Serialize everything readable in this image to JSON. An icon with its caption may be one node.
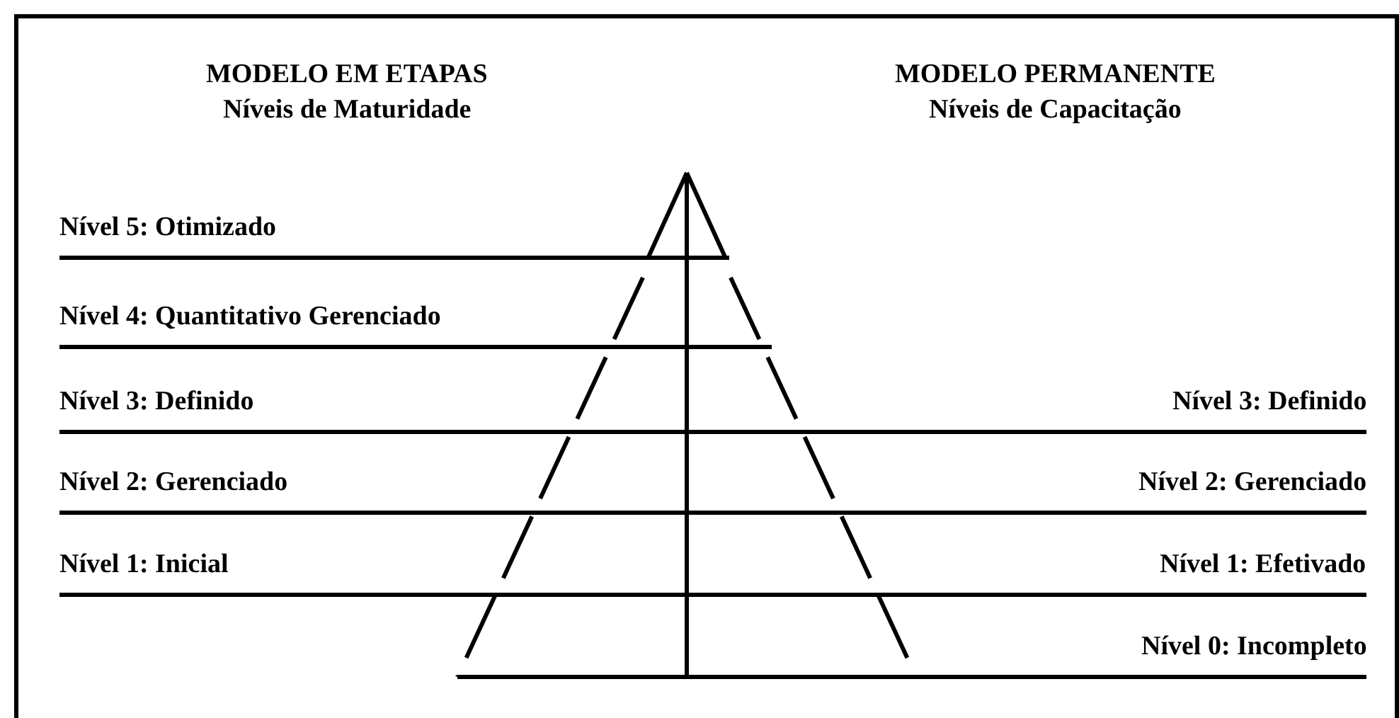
{
  "diagram": {
    "labels": [
      "MODELO EM ETAPAS",
      "MODELO PERMANENTE",
      "Níveis de Maturidade",
      "Níveis de Capacitação",
      "Nível 5: Otimizado",
      "Nível 4: Quantitativo Gerenciado",
      "Nível 3: Definido",
      "Nível 3: Definido",
      "Nível 2: Gerenciado",
      "Nível 2: Gerenciado",
      "Nível 1: Inicial",
      "Nível 1: Efetivado",
      "Nível 0: Incompleto"
    ]
  }
}
